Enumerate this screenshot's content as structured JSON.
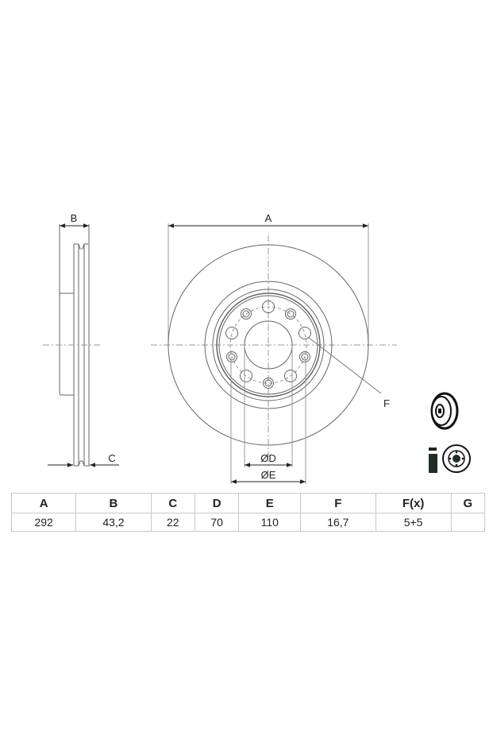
{
  "drawing": {
    "side_view": {
      "dimension_labels": {
        "width": "B",
        "thickness": "C"
      }
    },
    "front_view": {
      "dimension_labels": {
        "outer_diameter": "A",
        "center_bore": "ØD",
        "bolt_circle": "ØE",
        "bolt_hole": "F"
      }
    },
    "thumbnails": [
      "vented-disc-icon",
      "disc-with-spray-can-icon"
    ]
  },
  "table": {
    "headers": [
      "A",
      "B",
      "C",
      "D",
      "E",
      "F",
      "F(x)",
      "G"
    ],
    "values": [
      "292",
      "43,2",
      "22",
      "70",
      "110",
      "16,7",
      "5+5",
      ""
    ]
  },
  "colors": {
    "line": "#555555",
    "thin": "#888888",
    "border": "#c8c8c8",
    "text": "#222222"
  }
}
